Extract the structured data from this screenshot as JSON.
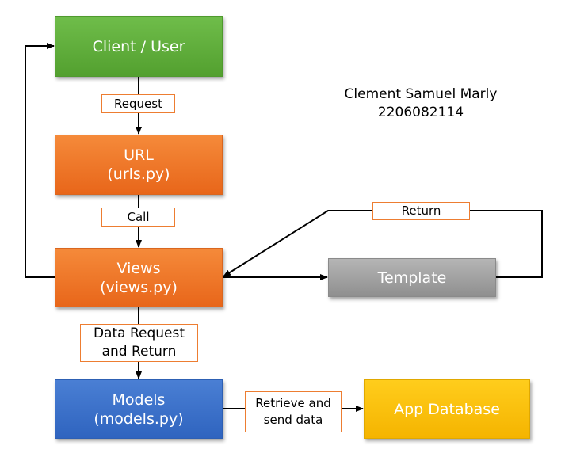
{
  "nodes": {
    "client": {
      "label": "Client / User"
    },
    "url": {
      "line1": "URL",
      "line2": "(urls.py)"
    },
    "views": {
      "line1": "Views",
      "line2": "(views.py)"
    },
    "template": {
      "label": "Template"
    },
    "models": {
      "line1": "Models",
      "line2": "(models.py)"
    },
    "database": {
      "label": "App Database"
    }
  },
  "edges": {
    "request": "Request",
    "call": "Call",
    "return": "Return",
    "data_request": {
      "line1": "Data Request",
      "line2": "and Return"
    },
    "retrieve": {
      "line1": "Retrieve and",
      "line2": "send data"
    }
  },
  "author": {
    "name": "Clement Samuel Marly",
    "id": "2206082114"
  },
  "colors": {
    "client": "#5ba33a",
    "url": "#ed7d31",
    "views": "#ed7d31",
    "template": "#a5a5a5",
    "models": "#4472c4",
    "database": "#ffc000",
    "label_border": "#ed7d31"
  }
}
